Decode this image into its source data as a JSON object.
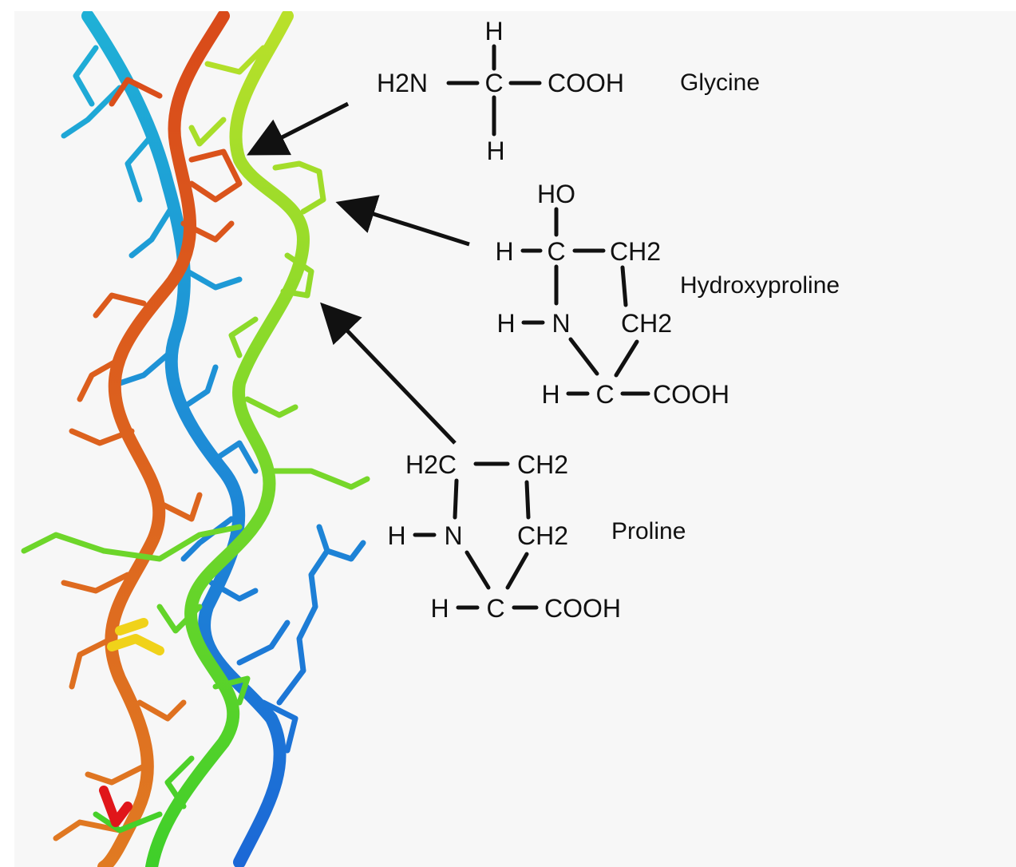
{
  "colors": {
    "background": "#f7f7f7",
    "ink": "#111111",
    "strand_red": "#d94a1a",
    "strand_orange": "#e07a22",
    "strand_cyan": "#1fb0d6",
    "strand_blue": "#1c68d6",
    "strand_green": "#3fcf2a",
    "strand_yellow_green": "#b9e02a",
    "accent_yellow": "#f0d21a",
    "accent_red": "#e0161a"
  },
  "icons": [
    "arrow-icon"
  ],
  "glycine": {
    "name": "Glycine",
    "atoms": {
      "h_top": "H",
      "amine": "H2N",
      "carbon": "C",
      "carboxyl": "COOH",
      "h_bottom": "H"
    }
  },
  "hydroxyproline": {
    "name": "Hydroxyproline",
    "atoms": {
      "hydroxyl": "HO",
      "h_ca": "H",
      "ca": "C",
      "cb": "CH2",
      "h_n": "H",
      "n": "N",
      "cg": "CH2",
      "h_cd": "H",
      "cd": "C",
      "carboxyl": "COOH"
    }
  },
  "proline": {
    "name": "Proline",
    "atoms": {
      "c_top_left": "H2C",
      "c_top_right": "CH2",
      "h_n": "H",
      "n": "N",
      "c_mid_right": "CH2",
      "h_c": "H",
      "c": "C",
      "carboxyl": "COOH"
    }
  }
}
